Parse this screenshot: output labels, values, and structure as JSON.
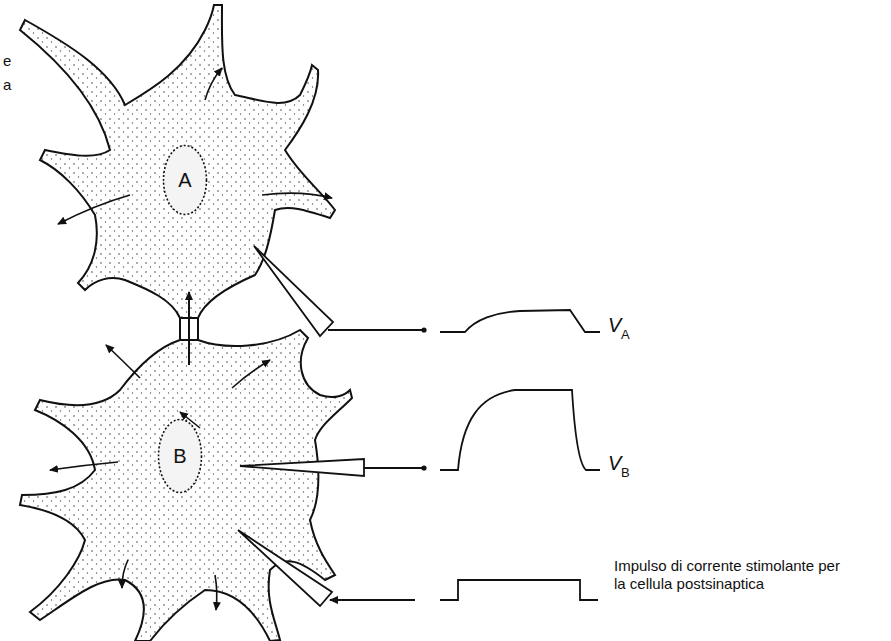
{
  "diagram": {
    "nodes": [
      {
        "text": [
          "A"
        ]
      },
      {
        "text": [
          "B"
        ]
      }
    ],
    "labels": [
      "V",
      "A",
      "V",
      "B",
      "Impulso di corrente stimolante per la cellula postsinaptica",
      "e",
      "a"
    ]
  }
}
